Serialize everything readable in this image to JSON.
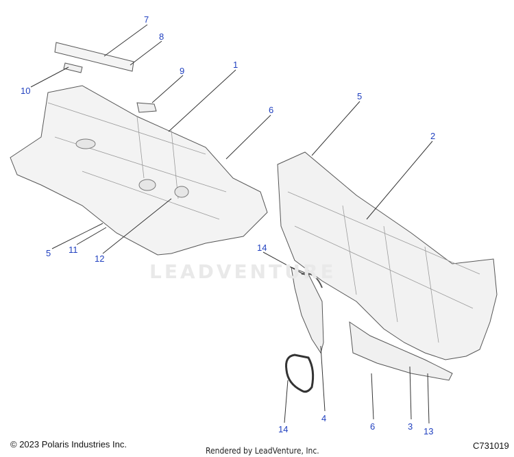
{
  "callouts": {
    "c1": "1",
    "c2": "2",
    "c3": "3",
    "c4": "4",
    "c5a": "5",
    "c5b": "5",
    "c6a": "6",
    "c6b": "6",
    "c7": "7",
    "c8": "8",
    "c9": "9",
    "c10": "10",
    "c11": "11",
    "c12": "12",
    "c13": "13",
    "c14a": "14",
    "c14b": "14"
  },
  "footer": {
    "copyright": "© 2023 Polaris Industries Inc.",
    "rendered_by": "Rendered by LeadVenture, Inc.",
    "drawing_id": "C731019"
  },
  "watermark": "LEADVENTURE",
  "colors": {
    "callout": "#1f3fbf",
    "line": "#333333",
    "part_fill": "#f2f2f2",
    "part_edge": "#555555"
  }
}
